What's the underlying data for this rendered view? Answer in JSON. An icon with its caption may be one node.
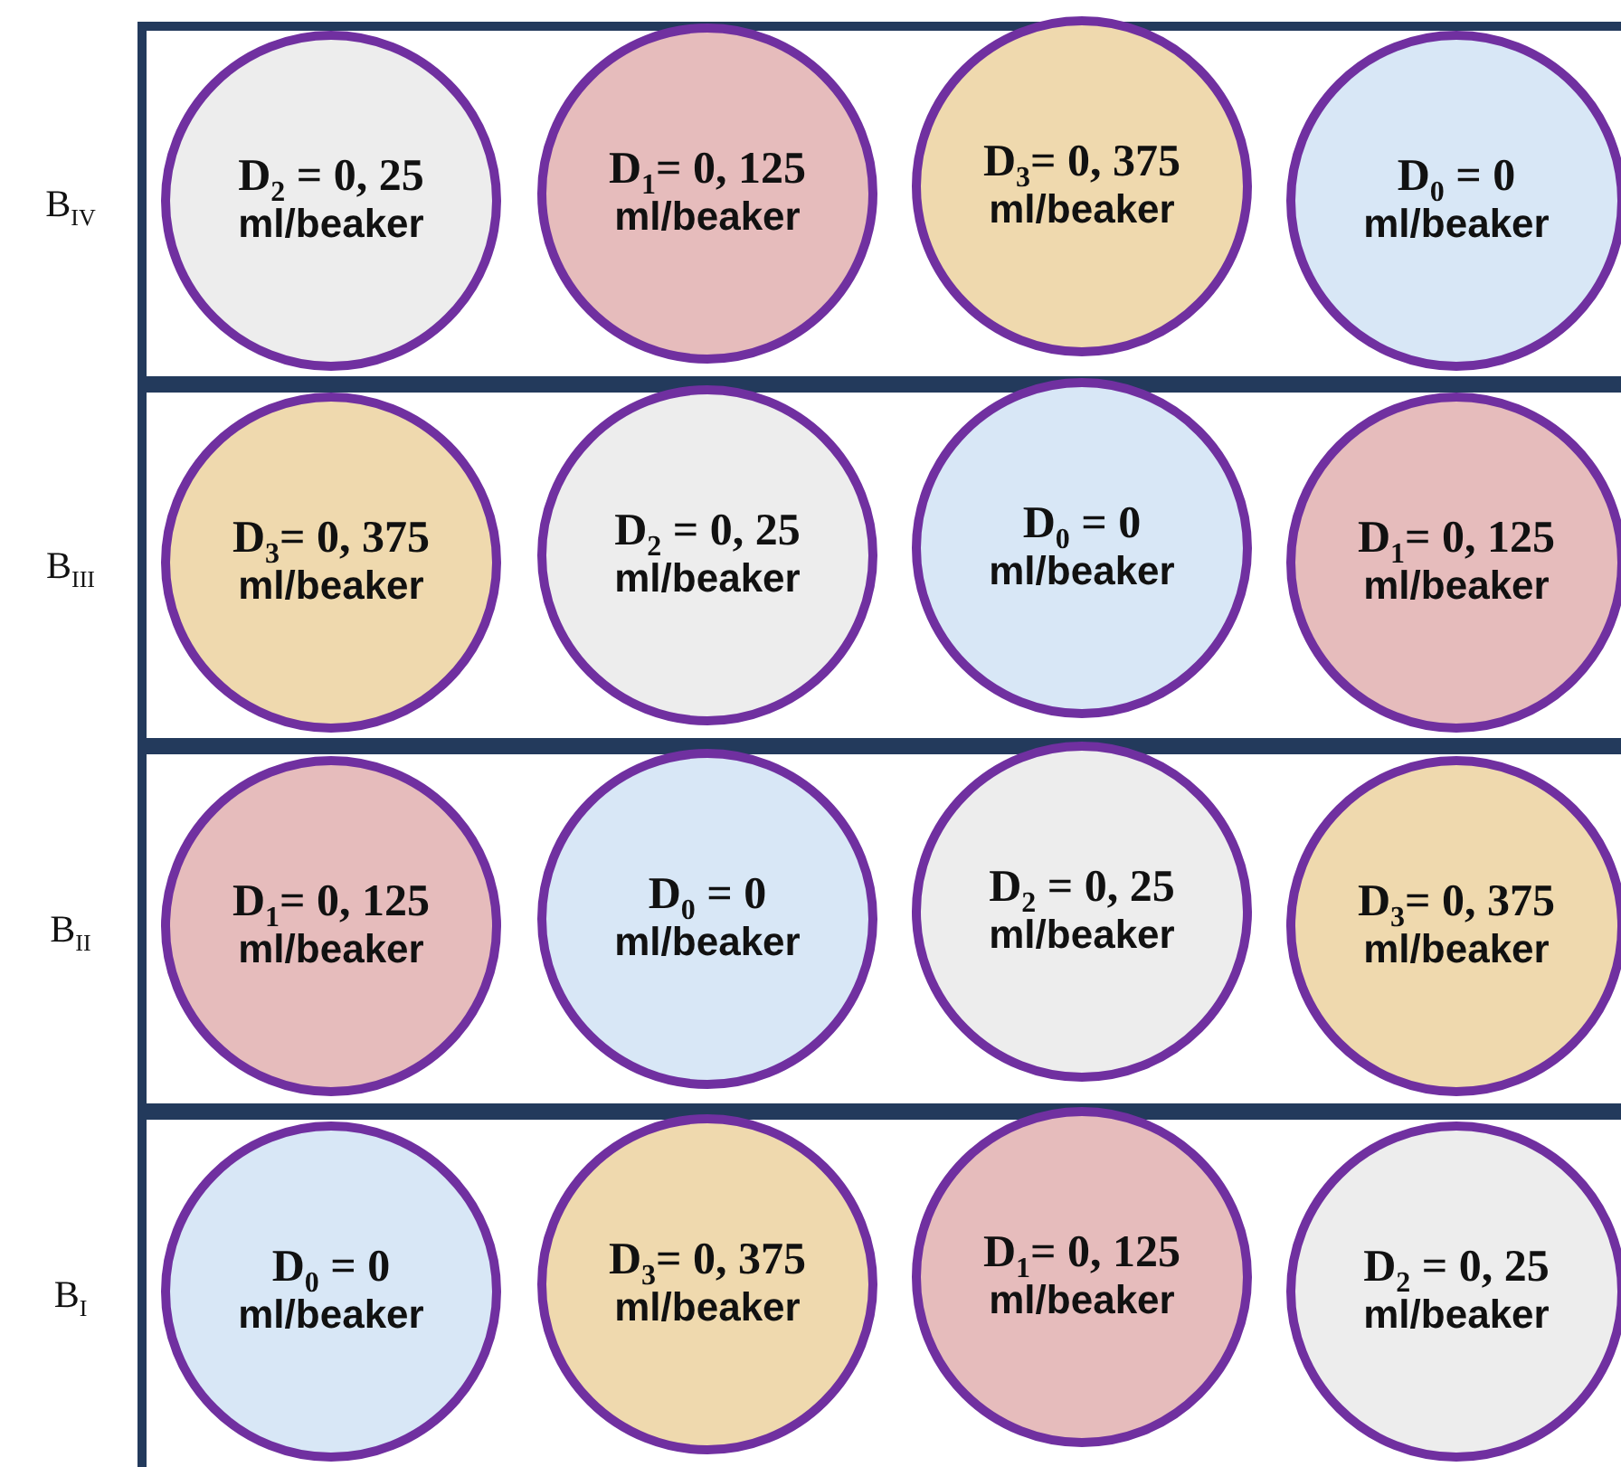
{
  "diagram": {
    "nodes": [
      {
        "text": [
          "B$_{IV}$"
        ]
      },
      {
        "text": [
          "D$_{2}$ = 0, 25",
          "ml/beaker"
        ],
        "in": 0
      },
      {
        "text": [
          "D$_{1}$= 0, 125",
          "ml/beaker"
        ],
        "in": 0
      },
      {
        "text": [
          "D$_{3}$= 0, 375",
          "ml/beaker"
        ],
        "in": 0
      },
      {
        "text": [
          "D$_{0}$ = 0",
          "ml/beaker"
        ],
        "in": 0
      },
      {
        "text": [
          "B$_{III}$"
        ]
      },
      {
        "text": [
          "D$_{3}$= 0, 375",
          "ml/beaker"
        ],
        "in": 5
      },
      {
        "text": [
          "D$_{2}$ = 0, 25",
          "ml/beaker"
        ],
        "in": 5
      },
      {
        "text": [
          "D$_{0}$ = 0",
          "ml/beaker"
        ],
        "in": 5
      },
      {
        "text": [
          "D$_{1}$= 0, 125",
          "ml/beaker"
        ],
        "in": 5
      },
      {
        "text": [
          "B$_{II}$"
        ]
      },
      {
        "text": [
          "D$_{1}$= 0, 125",
          "ml/beaker"
        ],
        "in": 10
      },
      {
        "text": [
          "D$_{0}$ = 0",
          "ml/beaker"
        ],
        "in": 10
      },
      {
        "text": [
          "D$_{2}$ = 0, 25",
          "ml/beaker"
        ],
        "in": 10
      },
      {
        "text": [
          "D$_{3}$= 0, 375",
          "ml/beaker"
        ],
        "in": 10
      },
      {
        "text": [
          "B$_{I}$"
        ]
      },
      {
        "text": [
          "D$_{0}$ = 0",
          "ml/beaker"
        ],
        "in": 15
      },
      {
        "text": [
          "D$_{3}$= 0, 375",
          "ml/beaker"
        ],
        "in": 15
      },
      {
        "text": [
          "D$_{1}$= 0, 125",
          "ml/beaker"
        ],
        "in": 15
      },
      {
        "text": [
          "D$_{2}$ = 0, 25",
          "ml/beaker"
        ],
        "in": 15
      }
    ]
  }
}
